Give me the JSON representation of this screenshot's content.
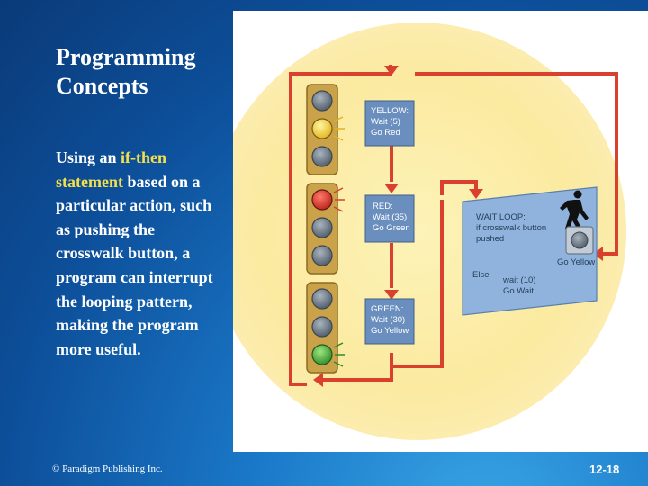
{
  "slide": {
    "title": "Programming Concepts",
    "body": {
      "p1": "Using an ",
      "p2": "if-then statement",
      "p3": " based on a particular action, such as pushing the crosswalk button, a program can interrupt the looping pattern, making the program more useful."
    },
    "footer": "© Paradigm Publishing Inc.",
    "slide_number": "12-18"
  },
  "figure": {
    "boxes": {
      "yellow": [
        "YELLOW:",
        "Wait (5)",
        "Go Red"
      ],
      "red": [
        "RED:",
        "Wait (35)",
        "Go Green"
      ],
      "green": [
        "GREEN:",
        "Wait (30)",
        "Go Yellow"
      ]
    },
    "loop": {
      "title": "WAIT LOOP:",
      "condition_1": "if crosswalk button",
      "condition_2": "pushed",
      "go_yellow": "Go Yellow",
      "else": "Else",
      "else_action_1": "wait (10)",
      "else_action_2": "Go Wait"
    }
  },
  "colors": {
    "background": "#0d4f9a",
    "accent_text": "#f4e04a",
    "arrow": "#d9412e",
    "figure_glow": "#fdf0a8",
    "label_box": "#6a8fbf",
    "loop_box": "#8fb3dd"
  },
  "icons": [
    "traffic-light-icon",
    "pedestrian-walk-icon",
    "crosswalk-button-icon"
  ]
}
